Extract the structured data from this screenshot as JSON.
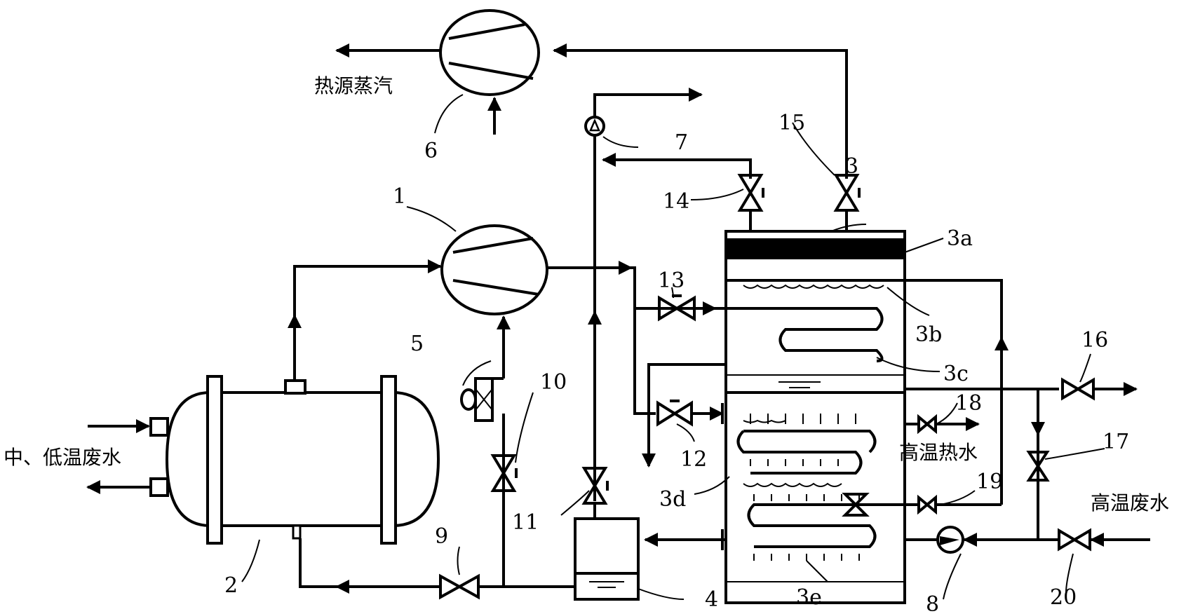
{
  "labels": {
    "n1": "1",
    "n2": "2",
    "n3": "3",
    "n3a": "3a",
    "n3b": "3b",
    "n3c": "3c",
    "n3d": "3d",
    "n3e": "3e",
    "n4": "4",
    "n5": "5",
    "n6": "6",
    "n7": "7",
    "n8": "8",
    "n9": "9",
    "n10": "10",
    "n11": "11",
    "n12": "12",
    "n13": "13",
    "n14": "14",
    "n15": "15",
    "n16": "16",
    "n17": "17",
    "n18": "18",
    "n19": "19",
    "n20": "20"
  },
  "text": {
    "heat_steam": "热源蒸汽",
    "low_temp_water": "中、低温废水",
    "high_temp_hot_water": "高温热水",
    "high_temp_waste_water": "高温废水"
  }
}
